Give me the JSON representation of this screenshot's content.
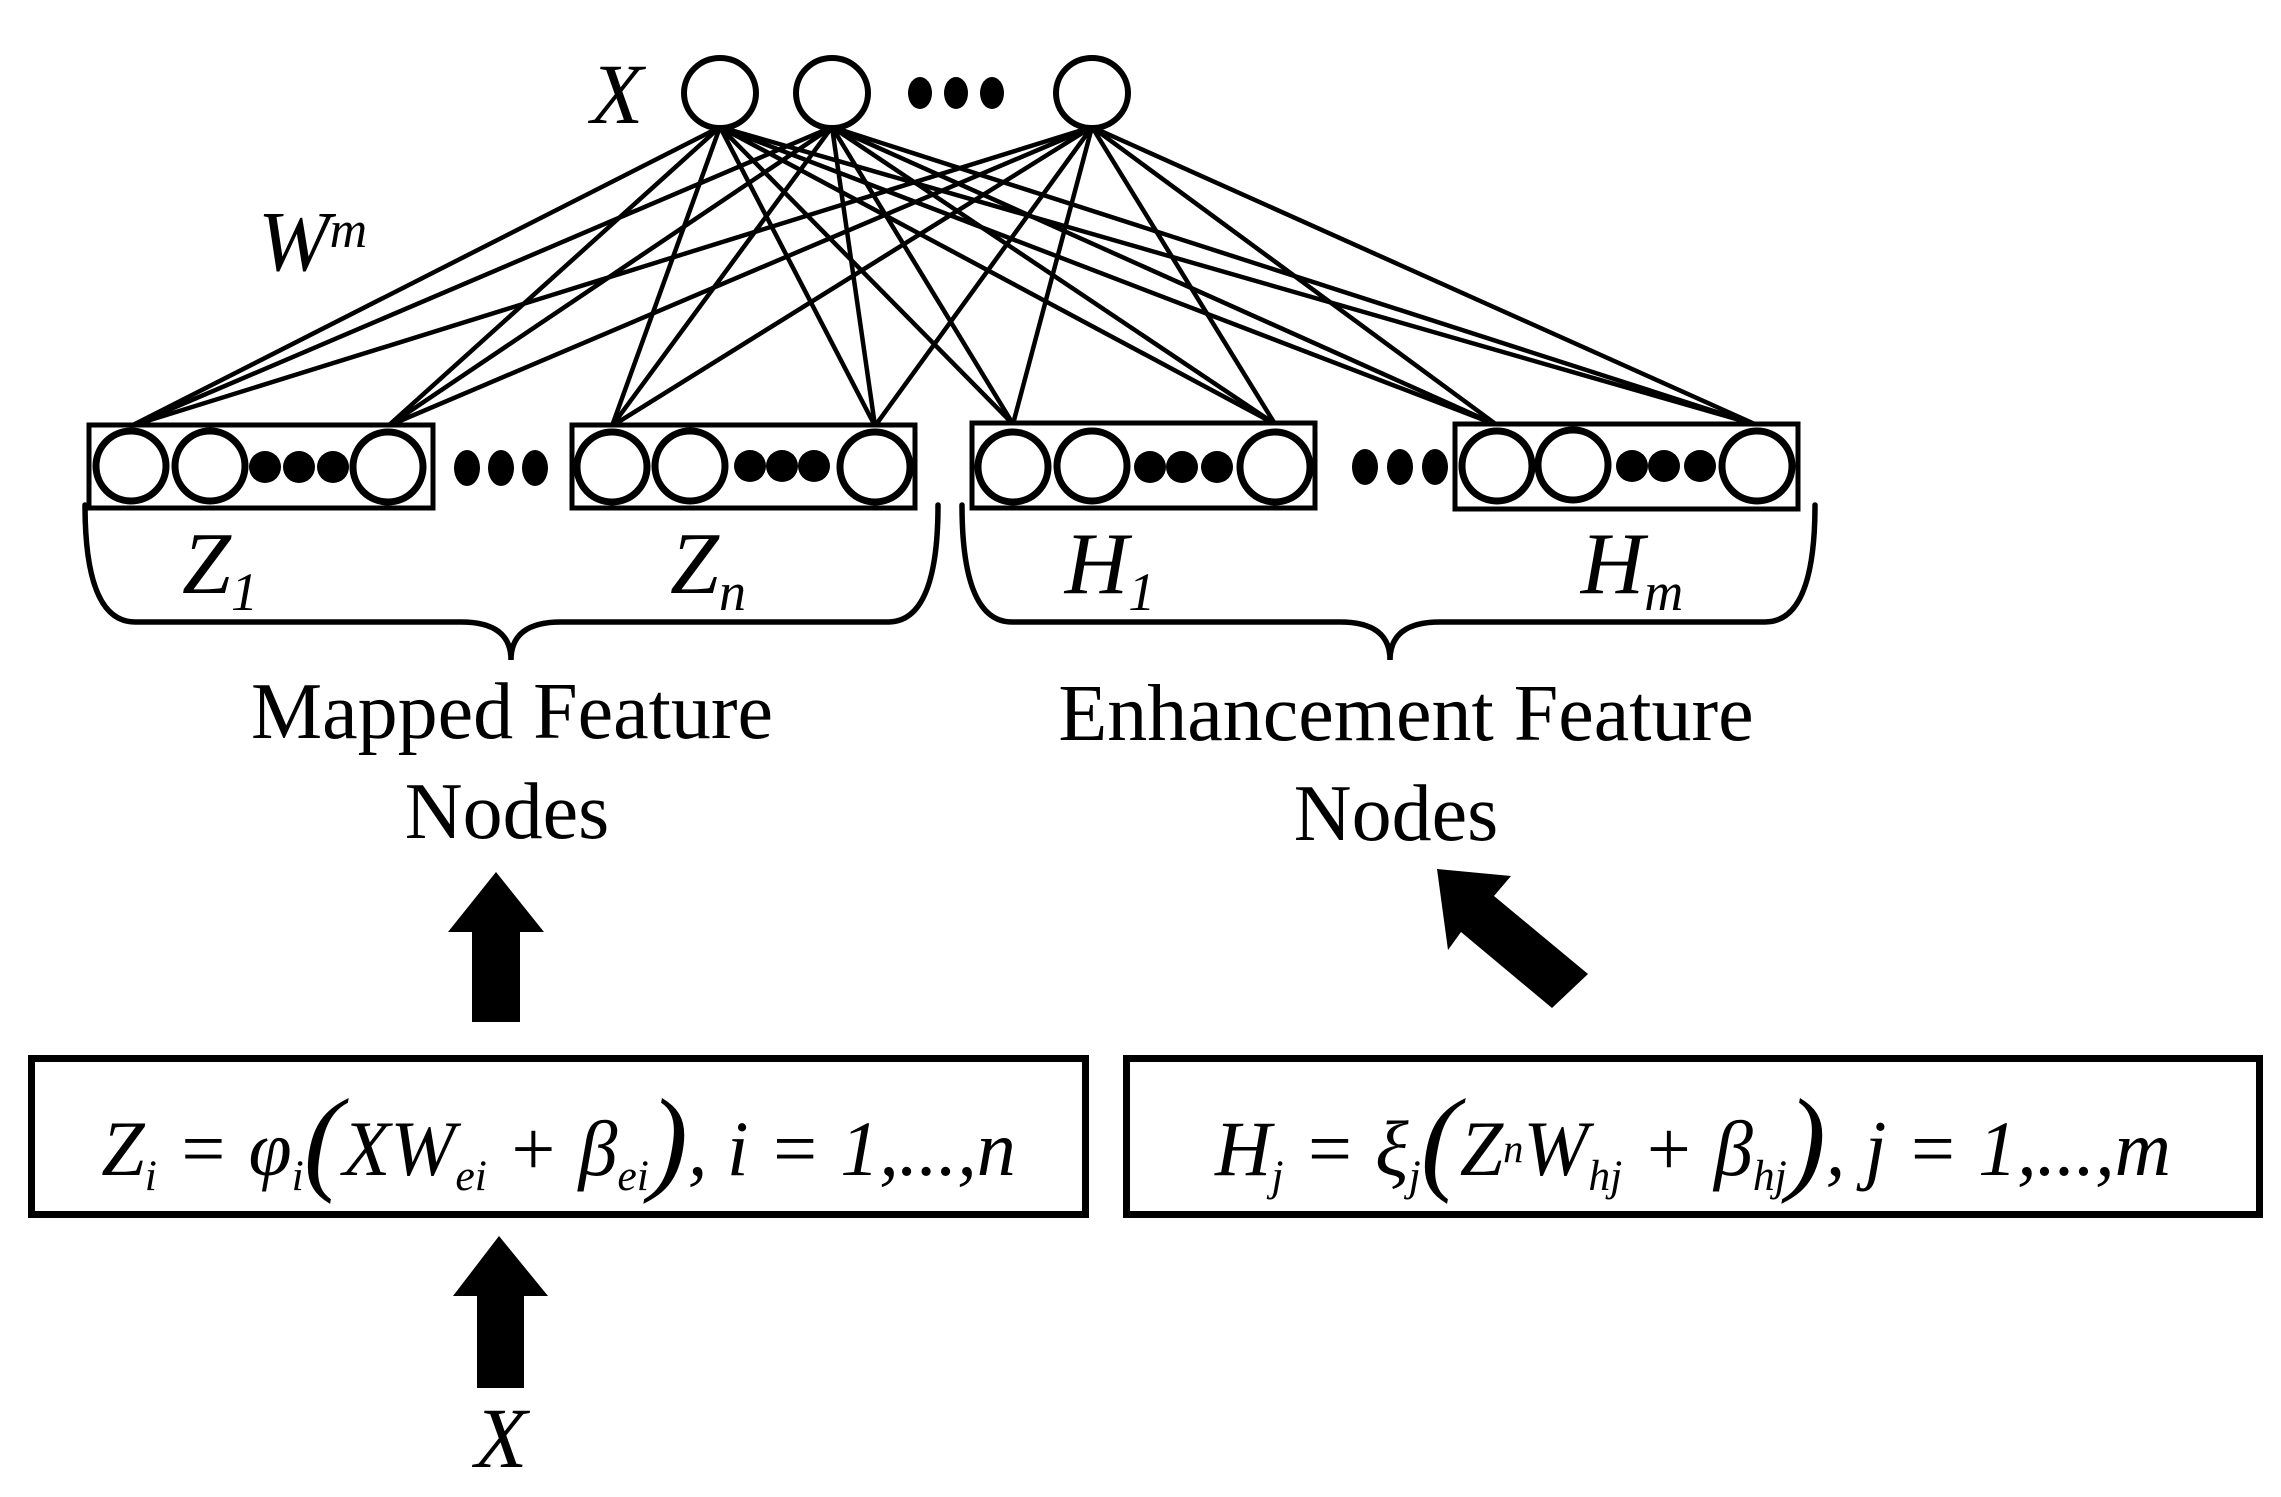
{
  "colors": {
    "ink": "#000000",
    "background": "#ffffff"
  },
  "input_layer": {
    "label": "X",
    "weight_label_base": "W",
    "weight_label_sup": "m",
    "visible_nodes": 3,
    "ellipsis_between_nodes": true
  },
  "groups": {
    "z1": {
      "main": "Z",
      "sub": "1"
    },
    "zn": {
      "main": "Z",
      "sub": "n"
    },
    "h1": {
      "main": "H",
      "sub": "1"
    },
    "hm": {
      "main": "H",
      "sub": "m"
    }
  },
  "captions": {
    "mapped_line1": "Mapped Feature",
    "mapped_line2": "Nodes",
    "enhancement_line1": "Enhancement Feature",
    "enhancement_line2": "Nodes"
  },
  "eq_mapped": {
    "lhs": "Z",
    "lhs_sub": "i",
    "rel": " = ",
    "fn": "φ",
    "fn_sub": "i",
    "open": "(",
    "arg": "XW",
    "arg_sub": "ei",
    "plus": " + ",
    "bias": "β",
    "bias_sub": "ei",
    "close": ")",
    "tail_pre": ", ",
    "tail_var": "i",
    "tail_rel": " = ",
    "tail_range": "1,...,",
    "tail_end": "n"
  },
  "eq_enhancement": {
    "lhs": "H",
    "lhs_sub": "j",
    "rel": " = ",
    "fn": "ξ",
    "fn_sub": "j",
    "open": "(",
    "arg_base": "Z",
    "arg_sup": "n",
    "arg2": "W",
    "arg2_sub": "hj",
    "plus": " + ",
    "bias": "β",
    "bias_sub": "hj",
    "close": ")",
    "tail_pre": ", ",
    "tail_var": "j",
    "tail_rel": " = ",
    "tail_range": "1,...,",
    "tail_end": "m"
  },
  "bottom_input_label": "X"
}
